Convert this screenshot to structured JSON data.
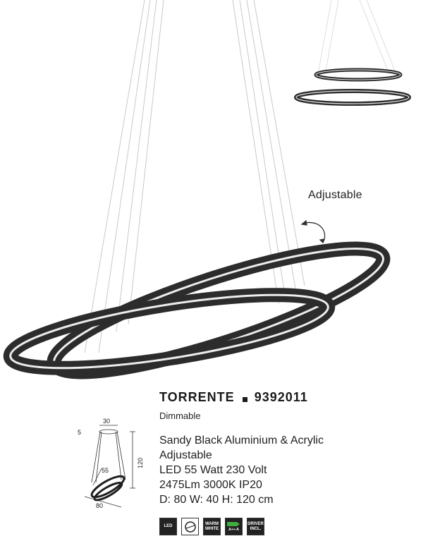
{
  "annotation": {
    "adjustable_label": "Adjustable"
  },
  "product": {
    "name": "TORRENTE",
    "code": "9392011",
    "subtitle": "Dimmable",
    "specs": [
      "Sandy Black Aluminium & Acrylic",
      "Adjustable",
      "LED 55 Watt 230 Volt",
      "2475Lm 3000K IP20",
      "D: 80 W: 40 H: 120 cm"
    ]
  },
  "dimensions": {
    "width_top": "30",
    "top_offset": "5",
    "height": "120",
    "inner": "55",
    "diameter": "80"
  },
  "badges": [
    {
      "label": "LED",
      "icon": "led-icon"
    },
    {
      "label": "",
      "icon": "dimmable-icon"
    },
    {
      "label": "WARM WHITE",
      "icon": "warm-white-icon"
    },
    {
      "label": "A++-A",
      "icon": "energy-class-icon"
    },
    {
      "label": "DRIVER INCL.",
      "icon": "driver-included-icon"
    }
  ],
  "colors": {
    "ring": "#2c2c2c",
    "led_strip": "#e9e9e9",
    "wire": "#c9c9c9"
  }
}
